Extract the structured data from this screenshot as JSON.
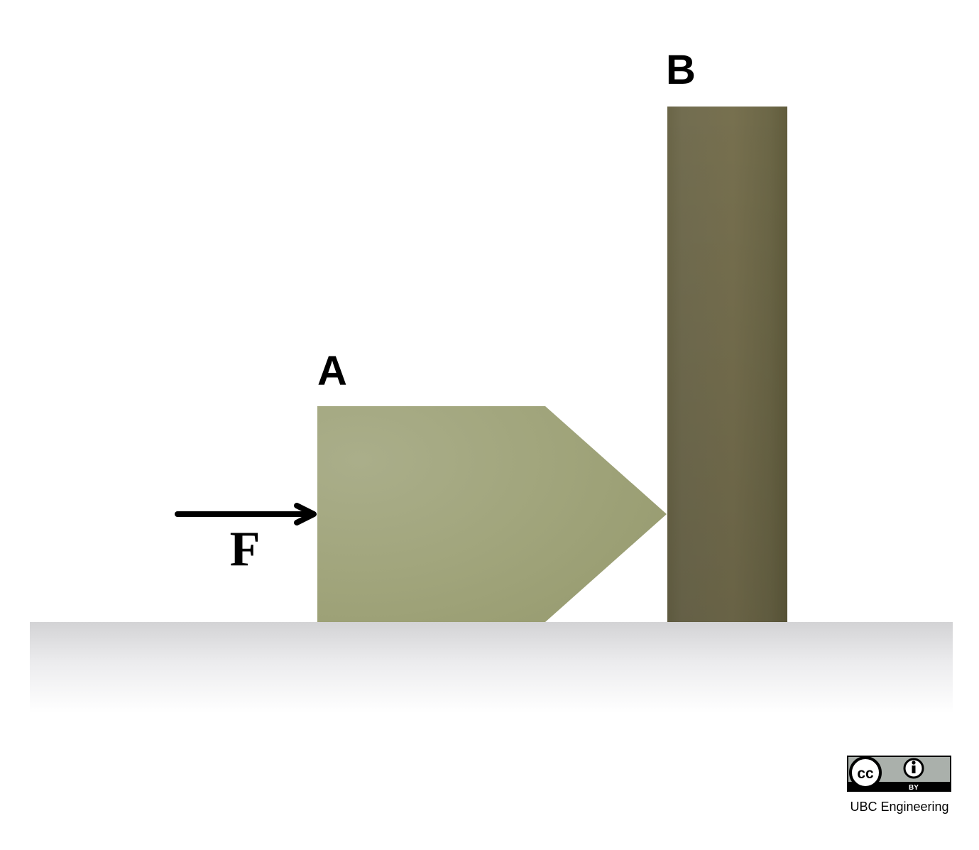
{
  "labels": {
    "block_a": "A",
    "block_b": "B",
    "force": "F"
  },
  "license": {
    "badge_text": "BY",
    "credit": "UBC Engineering"
  },
  "colors": {
    "block_a": "#9fa37a",
    "block_b": "#6e6a4b",
    "ground": "#d4d4d6",
    "arrow": "#000000"
  }
}
